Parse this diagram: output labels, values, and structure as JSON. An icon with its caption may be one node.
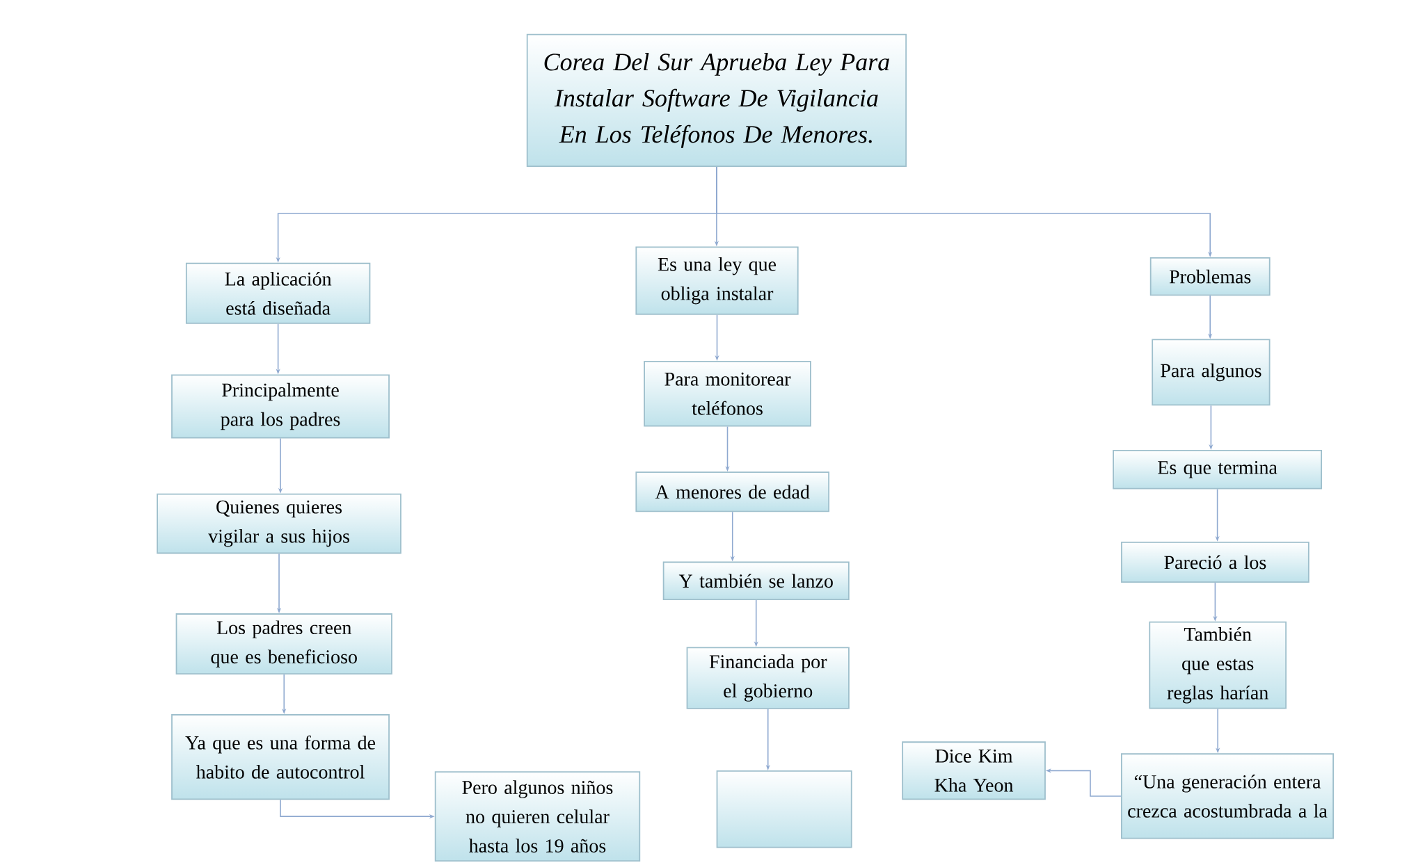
{
  "diagram": {
    "nodes": [
      {
        "text": [
          "Corea Del Sur Aprueba Ley Para Instalar Software De Vigilancia En Los Teléfonos De Menores."
        ]
      },
      {
        "text": [
          "La aplicación está diseñada"
        ]
      },
      {
        "text": [
          "Principalmente para los padres"
        ]
      },
      {
        "text": [
          "Quienes quieres vigilar a sus hijos"
        ]
      },
      {
        "text": [
          "Los padres creen que es beneficioso"
        ]
      },
      {
        "text": [
          "Ya que es una forma de habito de autocontrol"
        ]
      },
      {
        "text": [
          "Pero algunos niños no quieren celular hasta los 19 años"
        ]
      },
      {
        "text": [
          "Es una ley que obliga instalar"
        ]
      },
      {
        "text": [
          "Para monitorear teléfonos"
        ]
      },
      {
        "text": [
          "A menores de edad"
        ]
      },
      {
        "text": [
          "Y también se lanzo"
        ]
      },
      {
        "text": [
          "Financiada por el gobierno"
        ]
      },
      {
        "text": [],
        "shape": "box"
      },
      {
        "text": [
          "Problemas"
        ]
      },
      {
        "text": [
          "Para algunos"
        ]
      },
      {
        "text": [
          "Es que termina"
        ]
      },
      {
        "text": [
          "Pareció a los"
        ]
      },
      {
        "text": [
          "También que estas reglas harían"
        ]
      },
      {
        "text": [
          "“Una generación entera crezca acostumbrada a la"
        ]
      },
      {
        "text": [
          "Dice Kim Kha Yeon"
        ]
      }
    ],
    "edges": [
      {
        "from": 0,
        "to": 1,
        "arrow": "to"
      },
      {
        "from": 0,
        "to": 7,
        "arrow": "to"
      },
      {
        "from": 0,
        "to": 13,
        "arrow": "to"
      },
      {
        "from": 1,
        "to": 2,
        "arrow": "to"
      },
      {
        "from": 2,
        "to": 3,
        "arrow": "to"
      },
      {
        "from": 3,
        "to": 4,
        "arrow": "to"
      },
      {
        "from": 4,
        "to": 5,
        "arrow": "to"
      },
      {
        "from": 5,
        "to": 6,
        "arrow": "to"
      },
      {
        "from": 7,
        "to": 8,
        "arrow": "to"
      },
      {
        "from": 8,
        "to": 9,
        "arrow": "to"
      },
      {
        "from": 9,
        "to": 10,
        "arrow": "to"
      },
      {
        "from": 10,
        "to": 11,
        "arrow": "to"
      },
      {
        "from": 11,
        "to": 12,
        "arrow": "to"
      },
      {
        "from": 13,
        "to": 14,
        "arrow": "to"
      },
      {
        "from": 14,
        "to": 15,
        "arrow": "to"
      },
      {
        "from": 15,
        "to": 16,
        "arrow": "to"
      },
      {
        "from": 16,
        "to": 17,
        "arrow": "to"
      },
      {
        "from": 17,
        "to": 18,
        "arrow": "to"
      },
      {
        "from": 18,
        "to": 19,
        "arrow": "to"
      }
    ]
  }
}
